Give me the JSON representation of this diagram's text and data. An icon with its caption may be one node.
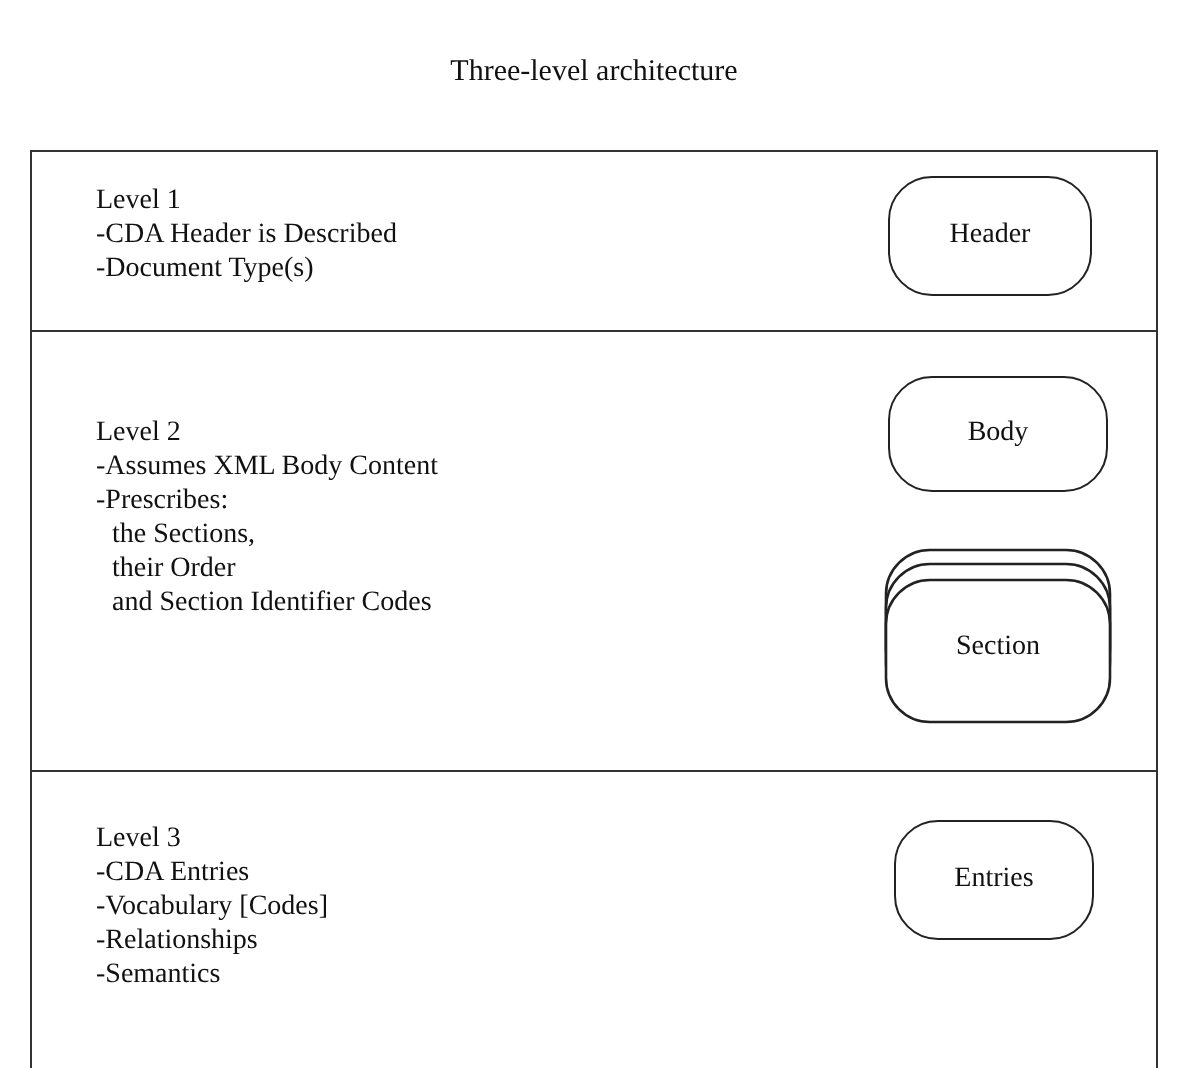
{
  "diagram": {
    "title": "Three-level architecture",
    "nodes": [
      {
        "text": [
          "Level 1",
          "-CDA Header is Described",
          "-Document Type(s)"
        ]
      },
      {
        "text": [
          "Header"
        ],
        "in": 0
      },
      {
        "text": [
          "Level 2",
          "-Assumes XML Body Content",
          "-Prescribes:",
          "the Sections,",
          "their Order",
          "and Section Identifier Codes"
        ]
      },
      {
        "text": [
          "Body"
        ],
        "in": 2
      },
      {
        "text": [
          "Section"
        ],
        "in": 2
      },
      {
        "text": [
          "Level 3",
          "-CDA Entries",
          "-Vocabulary [Codes]",
          "-Relationships",
          "-Semantics"
        ]
      },
      {
        "text": [
          "Entries"
        ],
        "in": 5
      }
    ],
    "edges": []
  }
}
